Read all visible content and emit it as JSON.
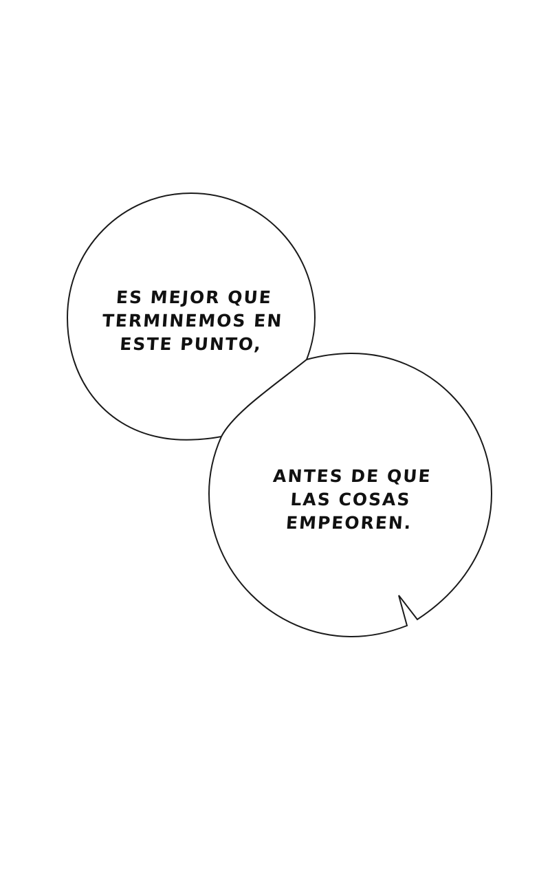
{
  "bubbles": {
    "top": {
      "lines": [
        "ES MEJOR QUE",
        "TERMINEMOS EN",
        "ESTE PUNTO,"
      ]
    },
    "bottom": {
      "lines": [
        "ANTES DE QUE",
        "LAS COSAS",
        "EMPEOREN."
      ]
    }
  },
  "colors": {
    "background": "#ffffff",
    "bubble_fill": "#ffffff",
    "bubble_stroke": "#1a1a1a",
    "text": "#111111"
  }
}
